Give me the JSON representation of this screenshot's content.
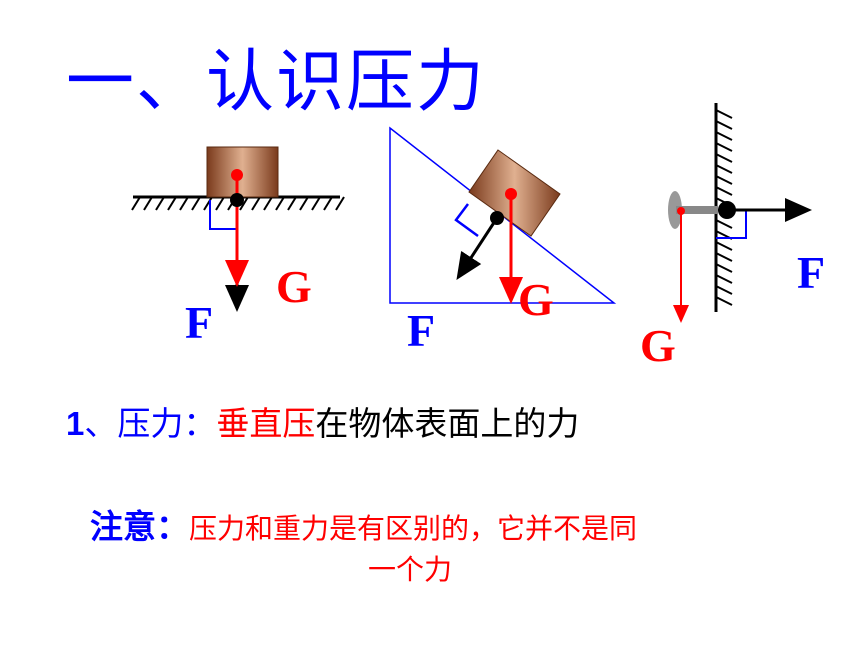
{
  "title": "一、认识压力",
  "diagrams": {
    "flat": {
      "gravity_label": "G",
      "force_label": "F"
    },
    "incline": {
      "gravity_label": "G",
      "force_label": "F"
    },
    "wall": {
      "gravity_label": "G",
      "force_label": "F"
    }
  },
  "definition": {
    "number": "1",
    "label": "、压力：",
    "emphasis": "垂直压",
    "rest": "在物体表面上的力"
  },
  "note": {
    "label": "注意：",
    "text_line1": "压力和重力是有区别的，它并不是同",
    "text_line2": "一个力"
  },
  "colors": {
    "title": "#0000ff",
    "gravity": "#ff0000",
    "force": "#000000",
    "block": "#a0522d",
    "right_angle_marker": "#0000ff"
  }
}
